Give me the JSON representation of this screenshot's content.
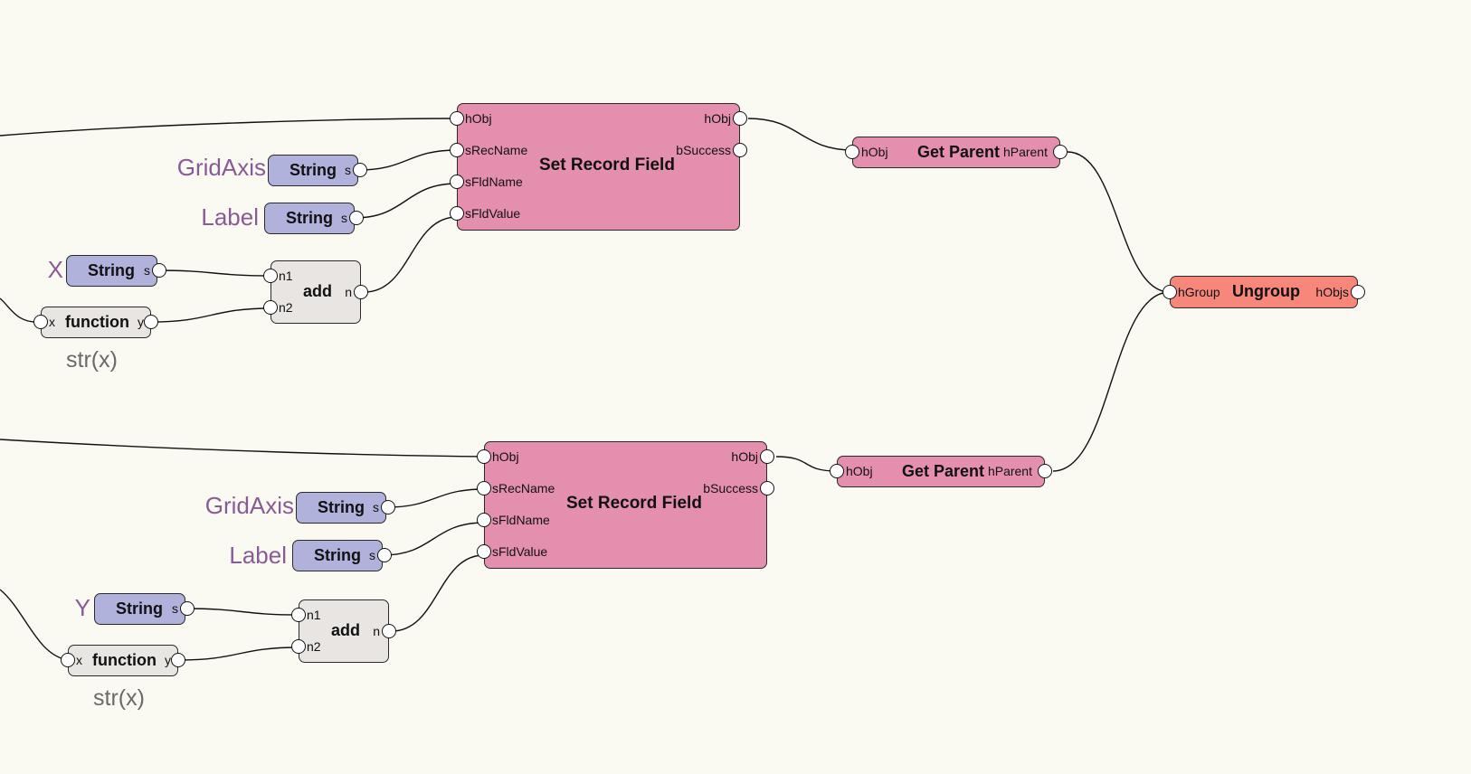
{
  "colors": {
    "background": "#fafaf2",
    "record_node": "#e48fad",
    "string_node": "#b0b2dc",
    "math_node": "#e8e5e2",
    "ungroup_node": "#f7877a",
    "caption_text": "#8a5a98",
    "note_text": "#6a6a6a"
  },
  "set_record_field": {
    "title": "Set Record Field",
    "inputs": [
      "hObj",
      "sRecName",
      "sFldName",
      "sFldValue"
    ],
    "outputs": [
      "hObj",
      "bSuccess"
    ]
  },
  "get_parent": {
    "title": "Get Parent",
    "input": "hObj",
    "output": "hParent"
  },
  "string_node": {
    "title": "String",
    "output": "s"
  },
  "add_node": {
    "title": "add",
    "inputs": [
      "n1",
      "n2"
    ],
    "output": "n"
  },
  "function_node": {
    "title": "function",
    "input": "x",
    "output": "y",
    "note": "str(x)"
  },
  "ungroup": {
    "title": "Ungroup",
    "input": "hGroup",
    "output": "hObjs"
  },
  "groups": [
    {
      "rec_name": "GridAxis",
      "fld_name": "Label",
      "axis_value": "X"
    },
    {
      "rec_name": "GridAxis",
      "fld_name": "Label",
      "axis_value": "Y"
    }
  ]
}
